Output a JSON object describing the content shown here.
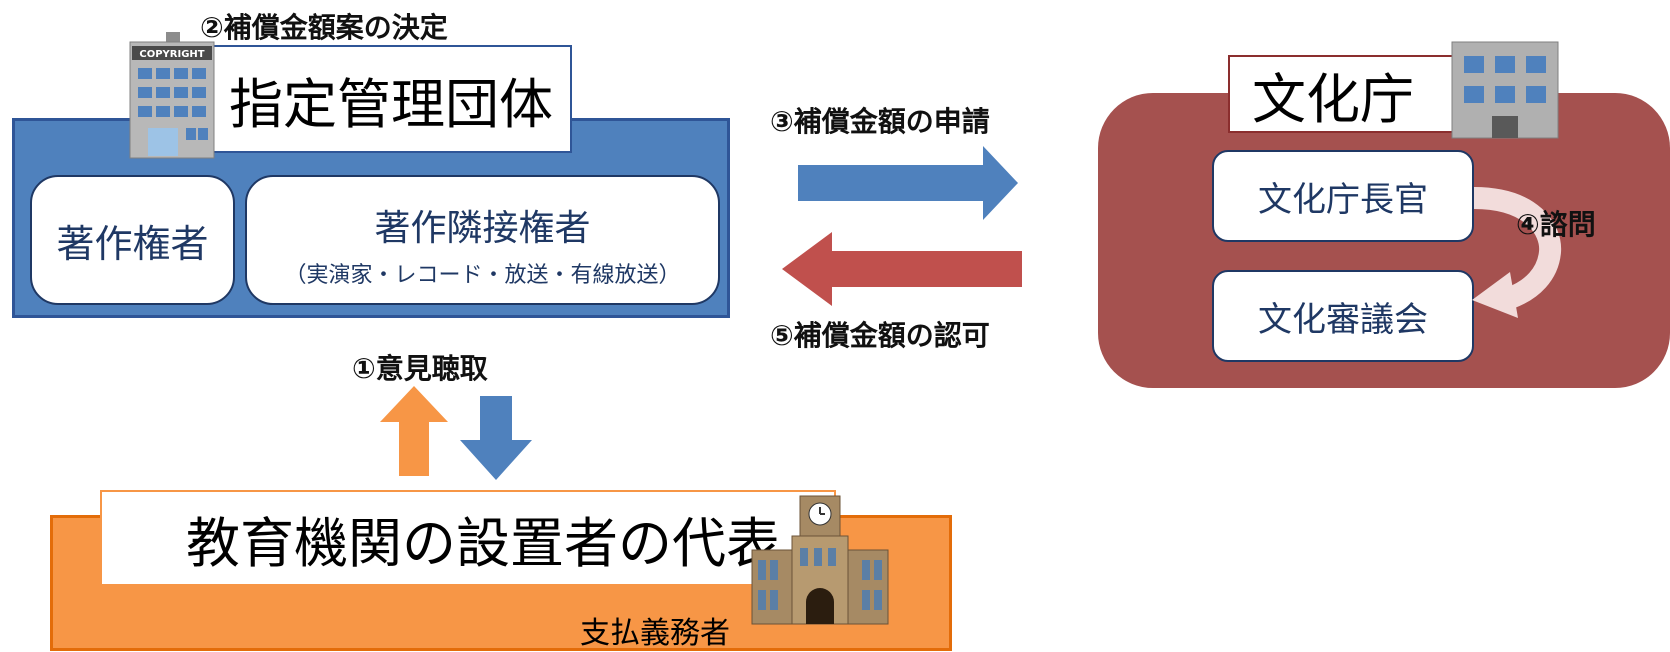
{
  "steps": {
    "s1": "①意見聴取",
    "s2": "②補償金額案の決定",
    "s3": "③補償金額の申請",
    "s4": "④諮問",
    "s5": "⑤補償金額の認可"
  },
  "organization": {
    "title": "指定管理団体",
    "author": "著作権者",
    "neighbor": "著作隣接権者",
    "neighbor_detail": "（実演家・レコード・放送・有線放送）",
    "sign": "COPYRIGHT"
  },
  "agency": {
    "title": "文化庁",
    "chief": "文化庁長官",
    "council": "文化審議会"
  },
  "payer": {
    "title": "教育機関の設置者の代表",
    "label": "支払義務者"
  },
  "colors": {
    "blue": "#4f81bd",
    "red": "#c0504d",
    "orange": "#f79646",
    "agency": "#a5514f"
  }
}
